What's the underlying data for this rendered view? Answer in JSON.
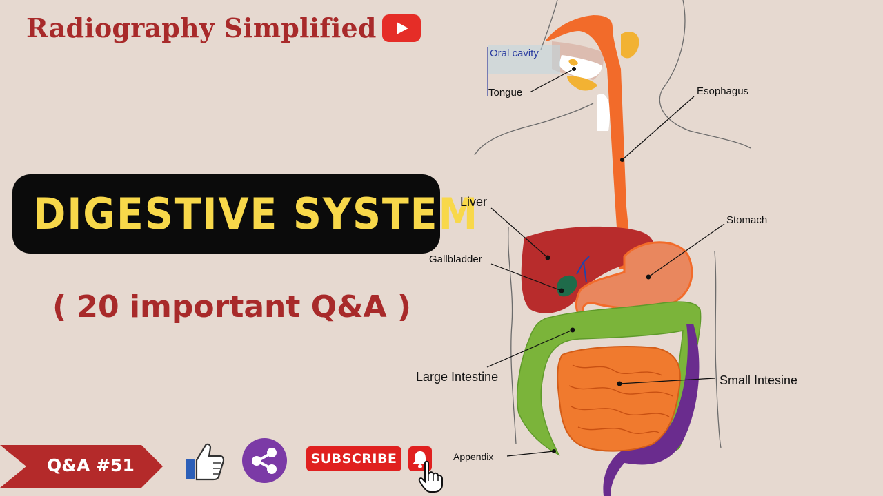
{
  "brand": {
    "name": "Radiography Simplified",
    "logo_icon": "youtube-logo-icon"
  },
  "title": "DIGESTIVE SYSTEM",
  "subtitle": "( 20 important Q&A )",
  "badge": "Q&A #51",
  "actions": {
    "like_icon": "thumbs-up-icon",
    "share_icon": "share-icon",
    "subscribe_label": "SUBSCRIBE",
    "bell_icon": "bell-icon",
    "cursor_icon": "hand-pointer-icon"
  },
  "diagram": {
    "labels": {
      "oral_cavity": "Oral cavity",
      "tongue": "Tongue",
      "esophagus": "Esophagus",
      "liver": "Liver",
      "stomach": "Stomach",
      "gallbladder": "Gallbladder",
      "large_intestine": "Large Intestine",
      "small_intestine": "Small Intesine",
      "appendix": "Appendix"
    }
  },
  "colors": {
    "background": "#e6d9d0",
    "brand_red": "#a82a2a",
    "title_yellow": "#f8d84a",
    "title_bg": "#0b0b0b",
    "esophagus": "#f26b2a",
    "liver": "#b82c2c",
    "stomach": "#e9875e",
    "small_intestine": "#f07a2e",
    "large_intestine": "#7bb43a",
    "rectum": "#6a2c8e",
    "share": "#7b3aa6",
    "subscribe": "#e0201f"
  }
}
